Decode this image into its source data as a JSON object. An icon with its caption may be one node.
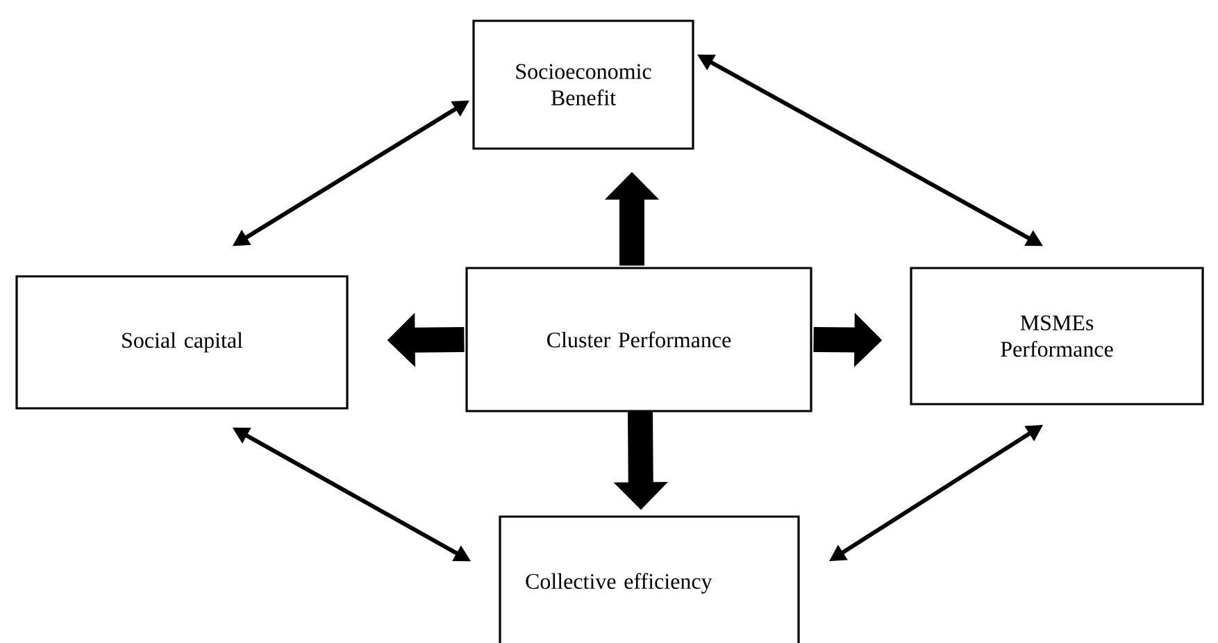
{
  "diagram": {
    "nodes": [
      {
        "text": [
          "Socioeconomic Benefit"
        ]
      },
      {
        "text": [
          "Social capital"
        ]
      },
      {
        "text": [
          "Cluster Performance"
        ]
      },
      {
        "text": [
          "MSMEs Performance"
        ]
      },
      {
        "text": [
          "Collective efficiency"
        ]
      }
    ],
    "edges": [
      {
        "from": 0,
        "to": 1,
        "arrow": "both"
      },
      {
        "from": 0,
        "to": 3,
        "arrow": "both"
      },
      {
        "from": 2,
        "to": 0,
        "arrow": "to",
        "style": "thick"
      },
      {
        "from": 2,
        "to": 1,
        "arrow": "to",
        "style": "thick"
      },
      {
        "from": 2,
        "to": 3,
        "arrow": "to",
        "style": "thick"
      },
      {
        "from": 2,
        "to": 4,
        "arrow": "to",
        "style": "thick"
      },
      {
        "from": 1,
        "to": 4,
        "arrow": "both"
      },
      {
        "from": 4,
        "to": 3,
        "arrow": "both"
      }
    ]
  }
}
